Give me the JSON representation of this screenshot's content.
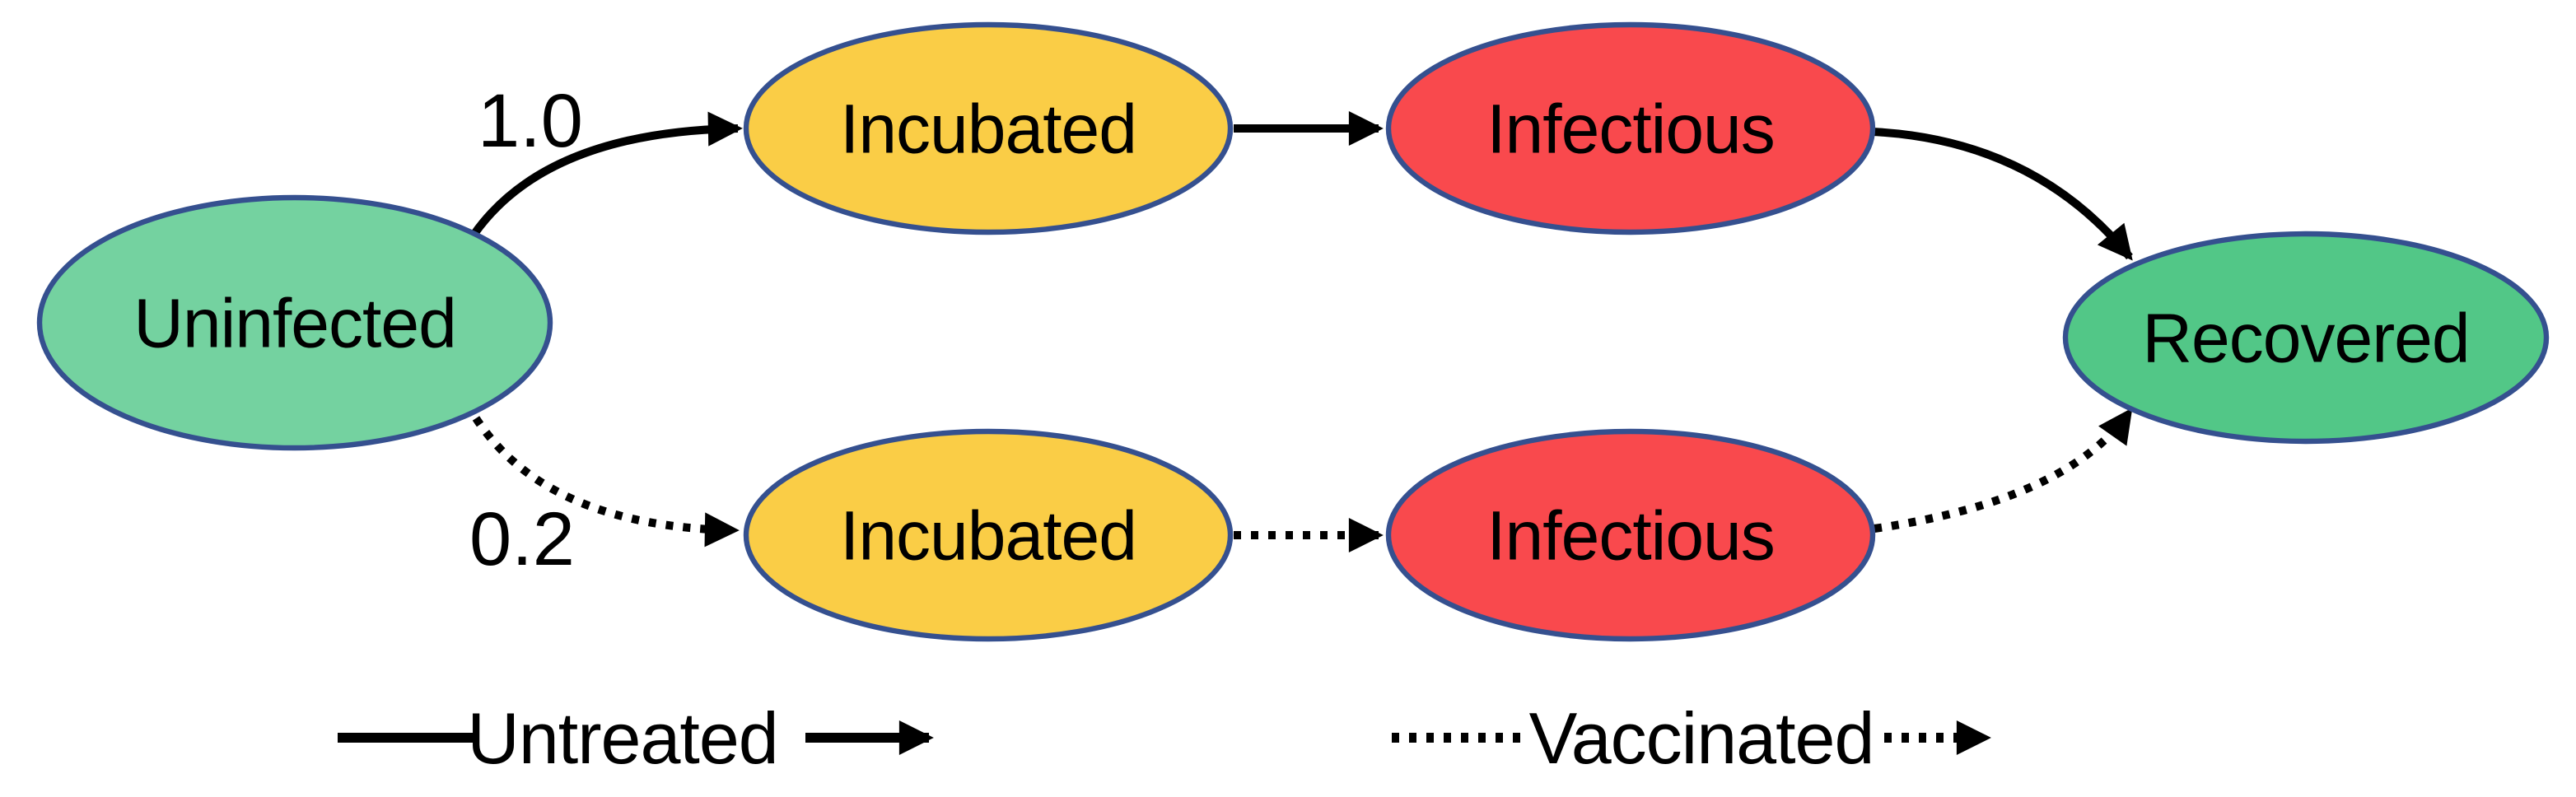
{
  "diagram": {
    "type": "state-transition",
    "background": "#ffffff",
    "nodes": {
      "uninfected": {
        "label": "Uninfected",
        "fill": "#74D2A0"
      },
      "incubated_untreated": {
        "label": "Incubated",
        "fill": "#FACD46"
      },
      "infectious_untreated": {
        "label": "Infectious",
        "fill": "#F9494D"
      },
      "incubated_vaccinated": {
        "label": "Incubated",
        "fill": "#FACD46"
      },
      "infectious_vaccinated": {
        "label": "Infectious",
        "fill": "#F9494D"
      },
      "recovered": {
        "label": "Recovered",
        "fill": "#52C787"
      }
    },
    "edge_labels": {
      "untreated_rate": "1.0",
      "vaccinated_rate": "0.2"
    },
    "edges": [
      {
        "from": "uninfected",
        "to": "incubated_untreated",
        "style": "solid",
        "label": "1.0"
      },
      {
        "from": "incubated_untreated",
        "to": "infectious_untreated",
        "style": "solid",
        "label": ""
      },
      {
        "from": "infectious_untreated",
        "to": "recovered",
        "style": "solid",
        "label": ""
      },
      {
        "from": "uninfected",
        "to": "incubated_vaccinated",
        "style": "dotted",
        "label": "0.2"
      },
      {
        "from": "incubated_vaccinated",
        "to": "infectious_vaccinated",
        "style": "dotted",
        "label": ""
      },
      {
        "from": "infectious_vaccinated",
        "to": "recovered",
        "style": "dotted",
        "label": ""
      }
    ],
    "legend": {
      "untreated": "Untreated",
      "vaccinated": "Vaccinated"
    },
    "colors": {
      "node_border": "#35508F",
      "arrow": "#000000",
      "text": "#000000"
    }
  }
}
